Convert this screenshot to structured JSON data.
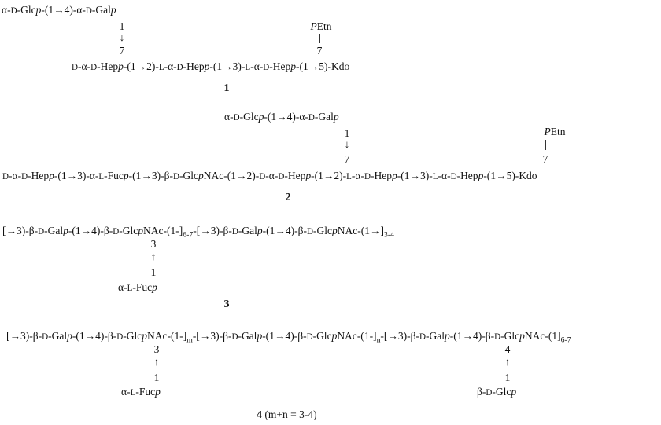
{
  "structures": [
    {
      "id": "1",
      "label": "1",
      "branch_top": "α-D-Glcp-(1→4)-α-D-Galp",
      "branch_left_from": "1",
      "branch_left_arrow": "↓",
      "branch_left_to": "7",
      "branch_right_substituent": "PEtn",
      "branch_right_bond": "|",
      "branch_right_to": "7",
      "main_chain": "D-α-D-Hepp-(1→2)-L-α-D-Hepp-(1→3)-L-α-D-Hepp-(1→5)-Kdo"
    },
    {
      "id": "2",
      "label": "2",
      "branch_top": "α-D-Glcp-(1→4)-α-D-Galp",
      "branch_left_from": "1",
      "branch_left_arrow": "↓",
      "branch_left_to": "7",
      "branch_right_substituent": "PEtn",
      "branch_right_bond": "|",
      "branch_right_to": "7",
      "main_chain": "D-α-D-Hepp-(1→3)-α-L-Fucp-(1→3)-β-D-GlcpNAc-(1→2)-D-α-D-Hepp-(1→2)-L-α-D-Hepp-(1→3)-L-α-D-Hepp-(1→5)-Kdo"
    },
    {
      "id": "3",
      "label": "3",
      "main_chain": "[→3)-β-D-Galp-(1→4)-β-D-GlcpNAc-(1-]6-7-[→3)-β-D-Galp-(1→4)-β-D-GlcpNAc-(1→]3-4",
      "repeat_1": "6-7",
      "repeat_2": "3-4",
      "branch_to": "3",
      "branch_arrow": "↑",
      "branch_from": "1",
      "branch_sugar": "α-L-Fucp"
    },
    {
      "id": "4",
      "label": "4",
      "label_note": "(m+n = 3-4)",
      "main_chain": "[→3)-β-D-Galp-(1→4)-β-D-GlcpNAc-(1-]m-[→3)-β-D-Galp-(1→4)-β-D-GlcpNAc-(1-]n-[→3)-β-D-Galp-(1→4)-β-D-GlcpNAc-(1]6-7",
      "repeat_m": "m",
      "repeat_n": "n",
      "repeat_last": "6-7",
      "branch1_to": "3",
      "branch1_arrow": "↑",
      "branch1_from": "1",
      "branch1_sugar": "α-L-Fucp",
      "branch2_to": "4",
      "branch2_arrow": "↑",
      "branch2_from": "1",
      "branch2_sugar": "β-D-Glcp"
    }
  ],
  "tokens": {
    "alpha": "α",
    "beta": "β",
    "D": "D",
    "L": "L",
    "Glc": "Glc",
    "Gal": "Gal",
    "Hep": "Hep",
    "Fuc": "Fuc",
    "NAc": "NAc",
    "Kdo": "Kdo",
    "Etn": "Etn",
    "P": "P",
    "p": "p",
    "arrow_right": "→",
    "arrow_down": "↓",
    "arrow_up": "↑",
    "bond_vertical": "|",
    "n1": "1",
    "n2": "2",
    "n3": "3",
    "n4": "4",
    "n5": "5",
    "n7": "7",
    "m": "m",
    "n": "n",
    "range_6_7": "6-7",
    "range_3_4": "3-4",
    "note_4": "(m+n = 3-4)"
  }
}
